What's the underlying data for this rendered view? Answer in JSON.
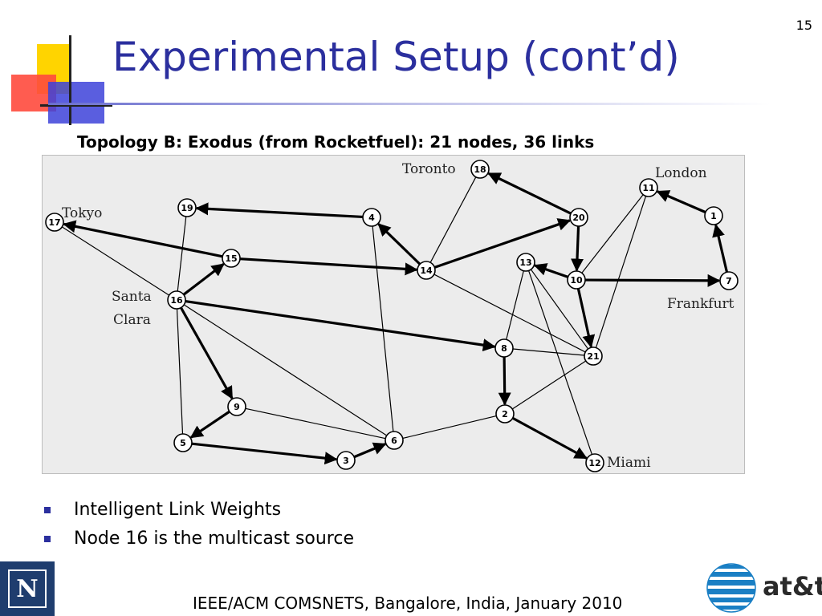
{
  "slide": {
    "number": "15",
    "title": "Experimental Setup (cont’d)",
    "subtitle": "Topology B: Exodus (from Rocketfuel): 21 nodes, 36 links"
  },
  "topology": {
    "nodes": [
      "1",
      "2",
      "3",
      "4",
      "5",
      "6",
      "7",
      "8",
      "9",
      "10",
      "11",
      "12",
      "13",
      "14",
      "15",
      "16",
      "17",
      "18",
      "19",
      "20",
      "21"
    ],
    "places": {
      "toronto": "Toronto",
      "london": "London",
      "tokyo": "Tokyo",
      "santa": "Santa",
      "clara": "Clara",
      "frankfurt": "Frankfurt",
      "miami": "Miami"
    }
  },
  "bullets": [
    "Intelligent Link Weights",
    "Node 16 is the multicast source"
  ],
  "footer": {
    "text": "IEEE/ACM COMSNETS, Bangalore, India, January 2010",
    "unr_logo_letter": "N",
    "att_brand": "at&t"
  },
  "colors": {
    "title": "#2b2f9e",
    "bullet": "#2b2f9e",
    "diagram_bg": "#ececec"
  }
}
